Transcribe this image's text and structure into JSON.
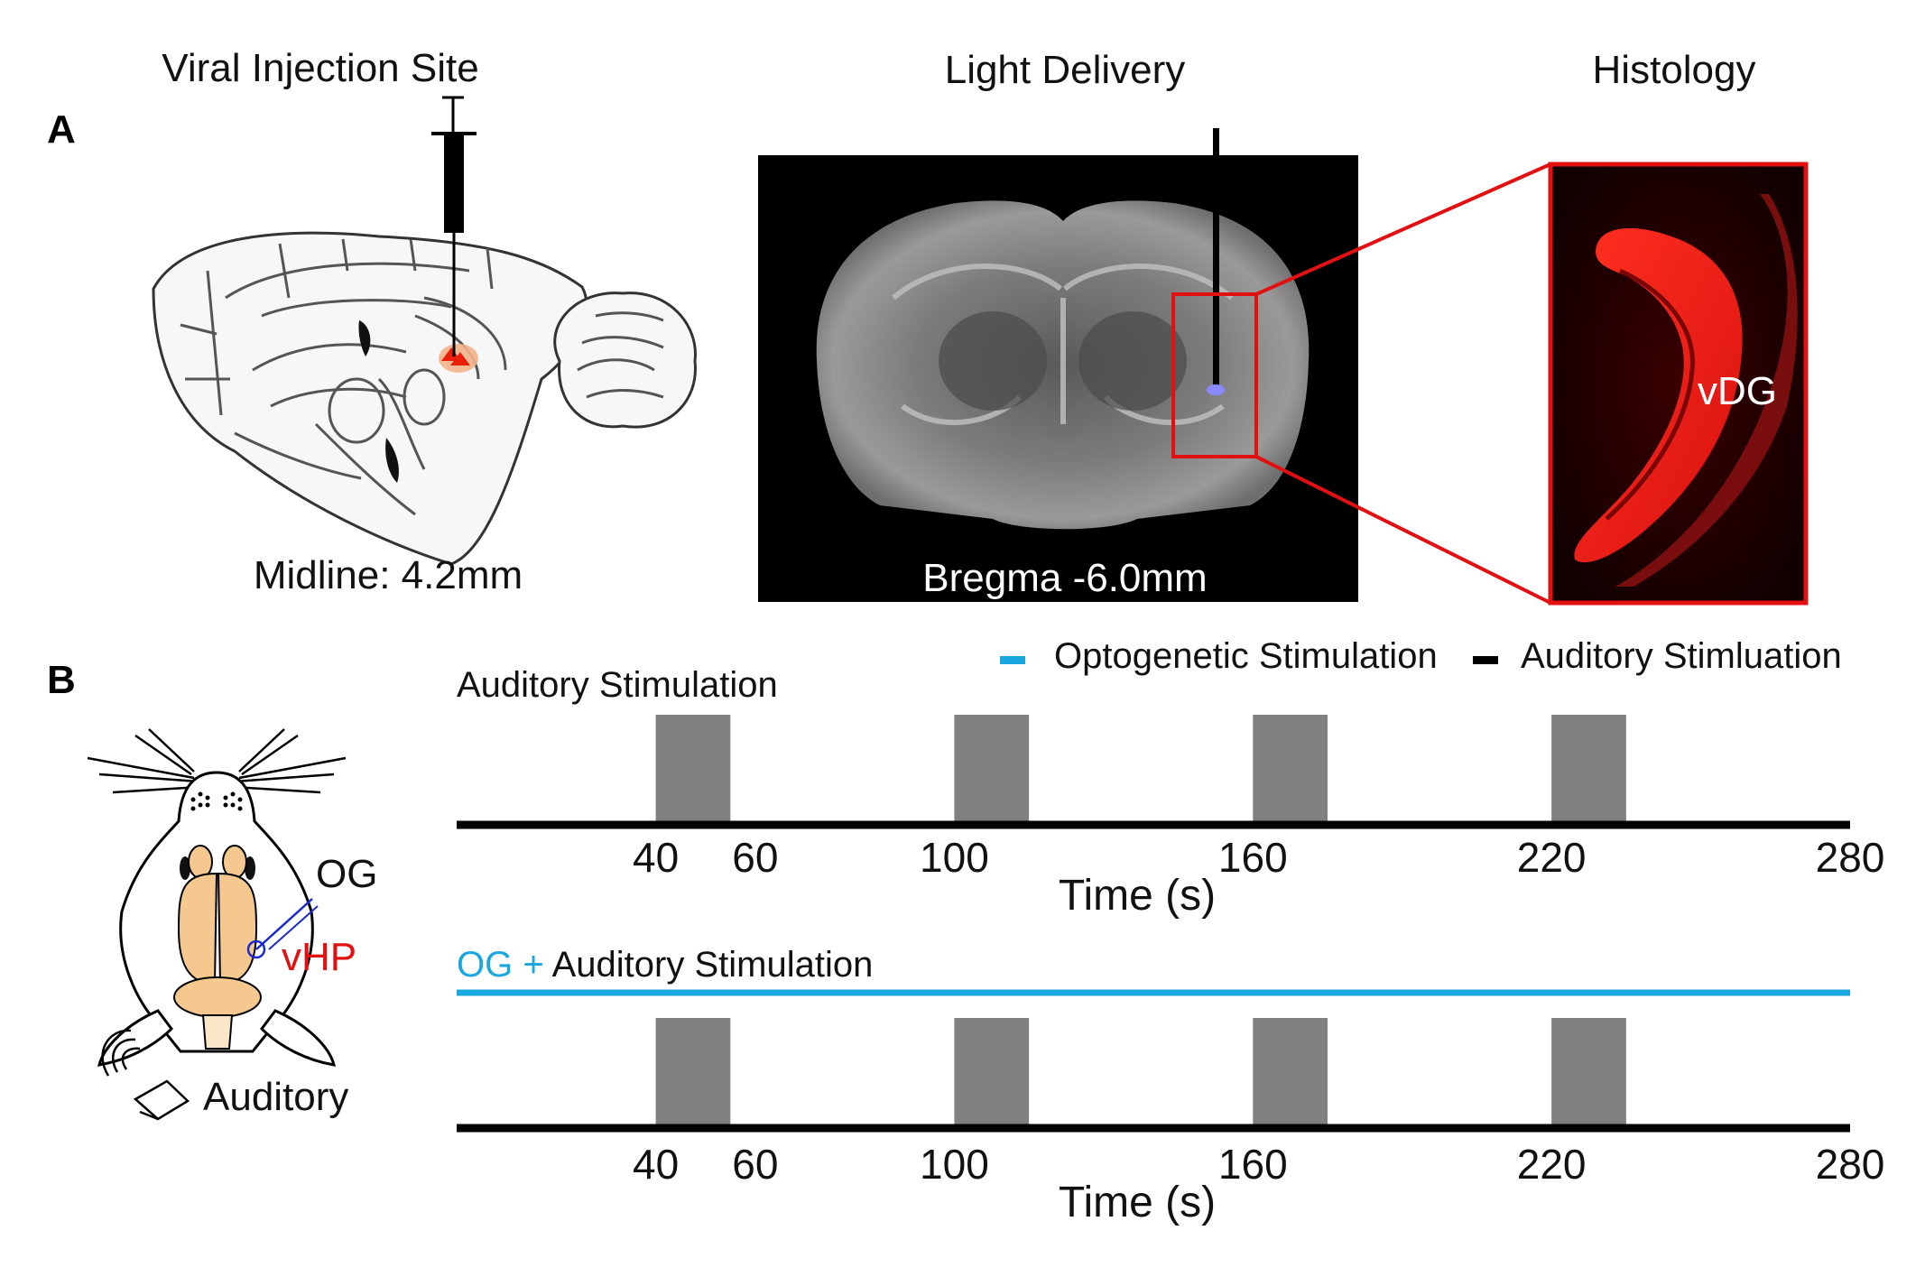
{
  "panel_a": {
    "label": "A",
    "titles": {
      "injection": "Viral Injection Site",
      "light": "Light Delivery",
      "histology": "Histology"
    },
    "midline": "Midline: 4.2mm",
    "bregma": "Bregma -6.0mm",
    "region": "vDG"
  },
  "panel_b": {
    "label": "B",
    "mouse_labels": {
      "og": "OG",
      "vhp": "vHP",
      "auditory": "Auditory"
    },
    "legend": {
      "optogenetic": "Optogenetic Stimulation",
      "auditory": "Auditory Stimluation",
      "optogenetic_color": "#1aa7e0",
      "auditory_color": "#000000"
    },
    "top_title": "Auditory Stimulation",
    "bottom_title_og": "OG +",
    "bottom_title_rest": "Auditory Stimulation",
    "xlabel": "Time (s)"
  },
  "chart_data": [
    {
      "type": "bar",
      "title": "Auditory Stimulation",
      "xlabel": "Time (s)",
      "x_ticks": [
        40,
        60,
        100,
        160,
        220,
        280
      ],
      "xlim": [
        0,
        280
      ],
      "stimulus_blocks": [
        [
          40,
          55
        ],
        [
          100,
          115
        ],
        [
          160,
          175
        ],
        [
          220,
          235
        ]
      ],
      "block_color": "#808080",
      "optogenetic": false
    },
    {
      "type": "bar",
      "title": "OG + Auditory Stimulation",
      "xlabel": "Time (s)",
      "x_ticks": [
        40,
        60,
        100,
        160,
        220,
        280
      ],
      "xlim": [
        0,
        280
      ],
      "stimulus_blocks": [
        [
          40,
          55
        ],
        [
          100,
          115
        ],
        [
          160,
          175
        ],
        [
          220,
          235
        ]
      ],
      "block_color": "#808080",
      "optogenetic": true,
      "optogenetic_line_color": "#1aa7e0"
    }
  ]
}
